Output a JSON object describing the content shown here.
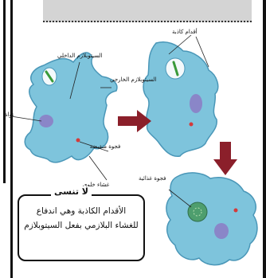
{
  "labels": {
    "pseudopodia": "أقدام كاذبة",
    "endoplasm": "السيتوبلازم الداخلي",
    "ectoplasm": "السيتوبلازم الخارجي",
    "nucleus": "نواة",
    "contractile_vacuole": "فجوة منقبضة",
    "food_vacuole": "فجوة غذائية",
    "cell_membrane": "غشاء خلوي"
  },
  "note": {
    "title": "لا تنسى",
    "text": "الأقدام الكاذبة وهي اندفاع للغشاء البلازمي بفعل السيتوبلازم"
  },
  "colors": {
    "cell_fill": "#7ec4dc",
    "cell_stroke": "#4a97b8",
    "nucleus": "#8a86c8",
    "arrow": "#8b1f2a",
    "vacuole": "#d43a3a"
  }
}
